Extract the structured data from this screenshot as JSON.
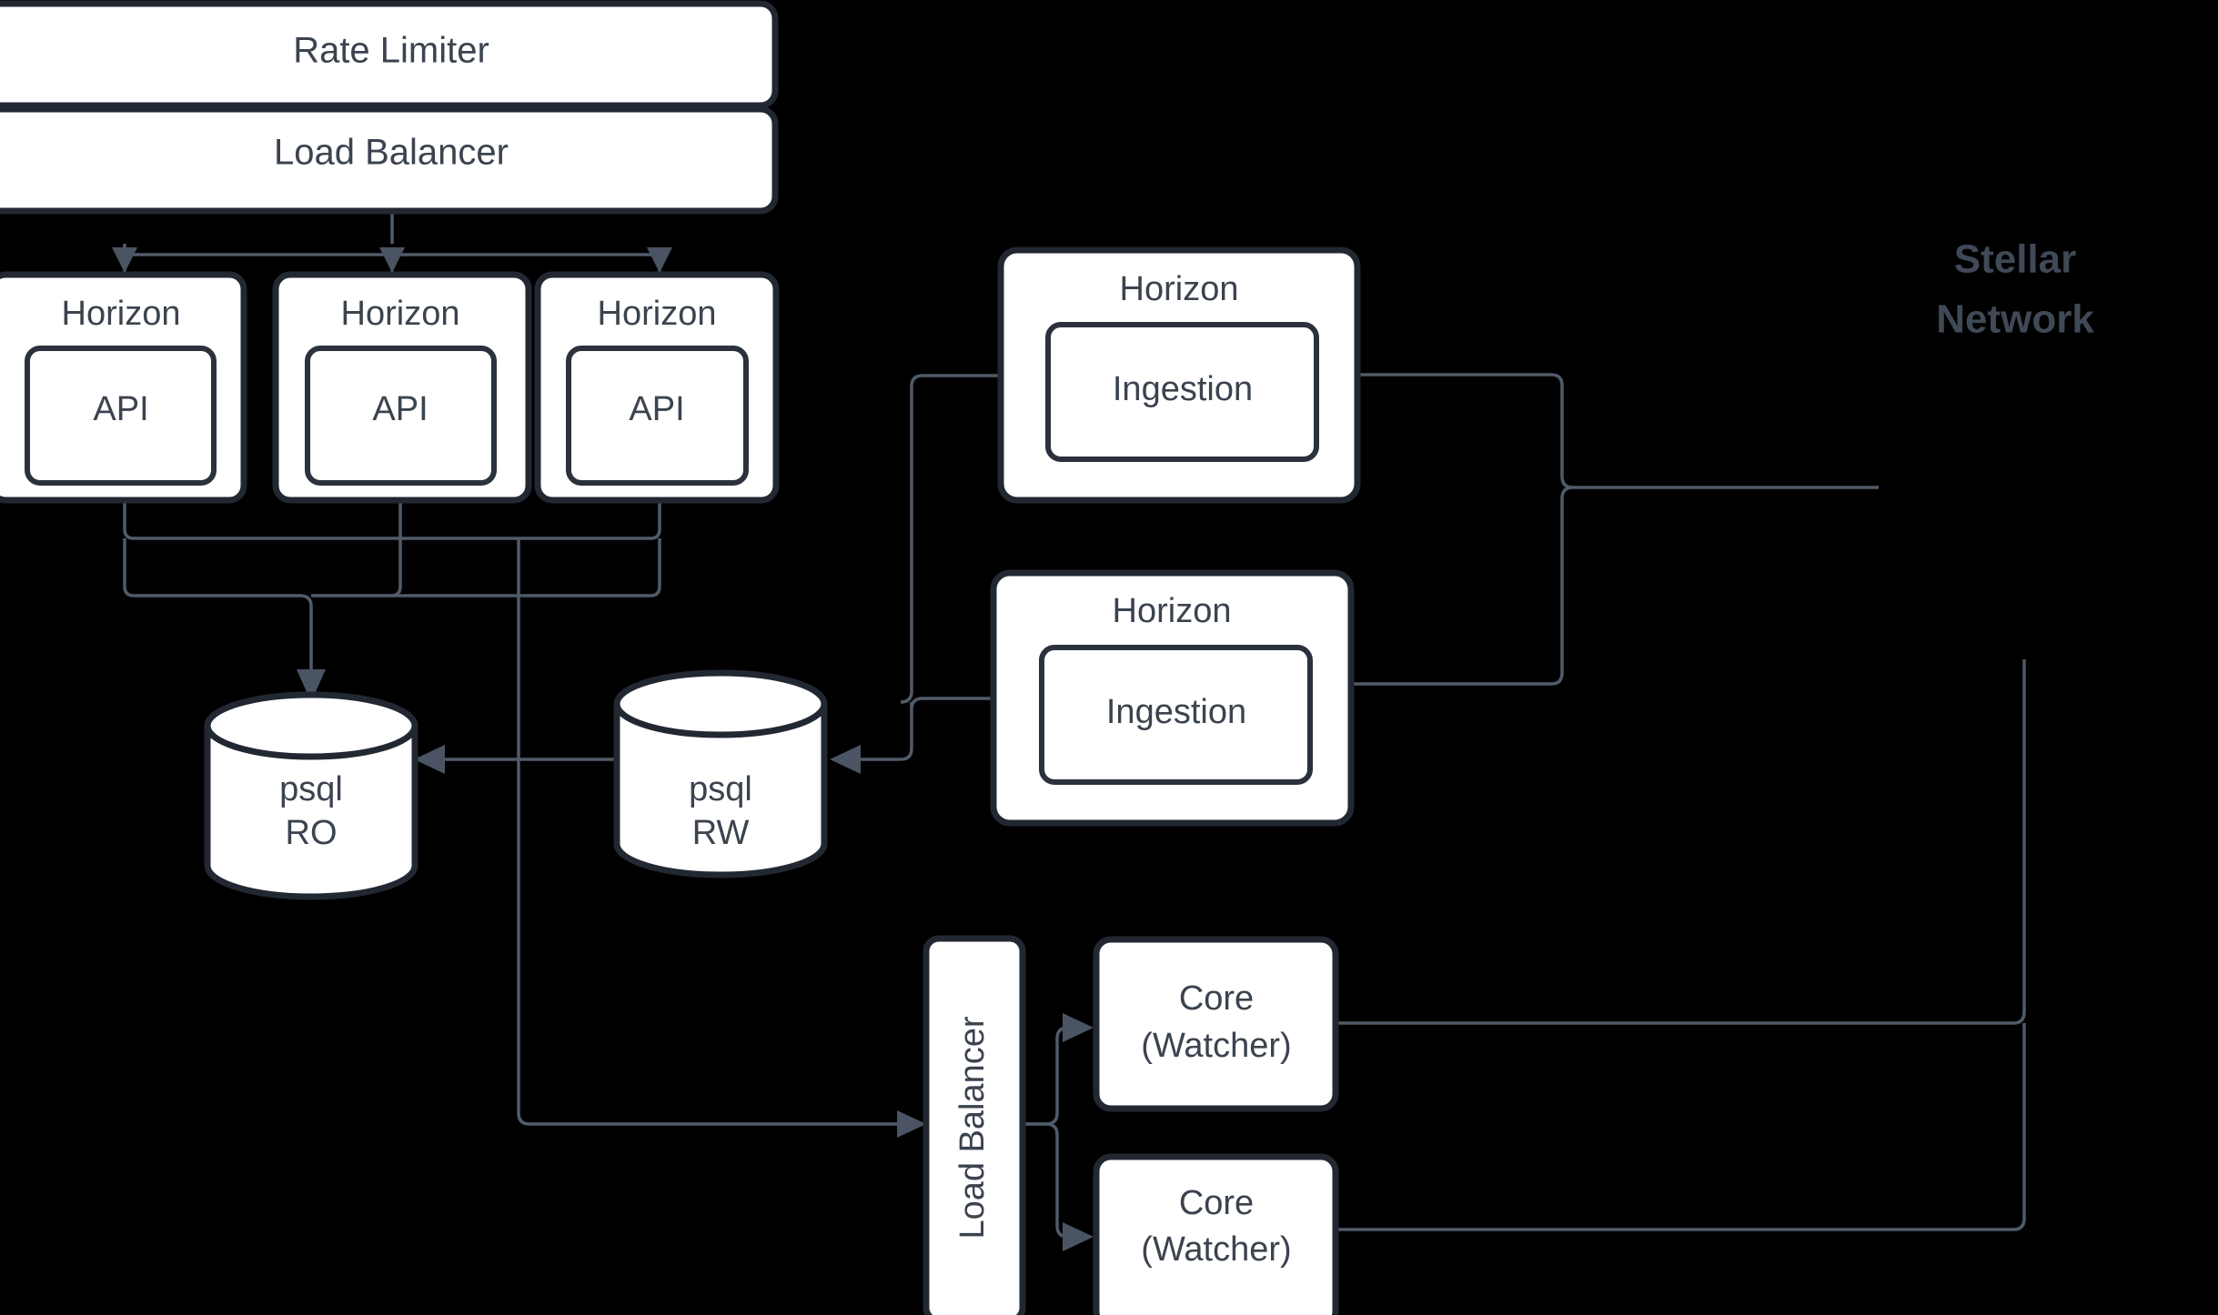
{
  "diagram": {
    "title_annotation": "Stellar Network",
    "background_color": "#000000",
    "node_fill": "#ffffff",
    "node_stroke": "#222831",
    "text_color": "#3b434f",
    "edge_color": "#505b69"
  },
  "nodes": {
    "rate_limiter": {
      "label": "Rate Limiter"
    },
    "load_balancer_top": {
      "label": "Load Balancer"
    },
    "horizon_api_1": {
      "outer_label": "Horizon",
      "inner_label": "API"
    },
    "horizon_api_2": {
      "outer_label": "Horizon",
      "inner_label": "API"
    },
    "horizon_api_3": {
      "outer_label": "Horizon",
      "inner_label": "API"
    },
    "horizon_ingestion_1": {
      "outer_label": "Horizon",
      "inner_label": "Ingestion"
    },
    "horizon_ingestion_2": {
      "outer_label": "Horizon",
      "inner_label": "Ingestion"
    },
    "psql_ro": {
      "line1": "psql",
      "line2": "RO"
    },
    "psql_rw": {
      "line1": "psql",
      "line2": "RW"
    },
    "load_balancer_core": {
      "label": "Load Balancer"
    },
    "core_watcher_1": {
      "line1": "Core",
      "line2": "(Watcher)"
    },
    "core_watcher_2": {
      "line1": "Core",
      "line2": "(Watcher)"
    }
  },
  "annotations": {
    "stellar_network_line1": "Stellar",
    "stellar_network_line2": "Network"
  }
}
